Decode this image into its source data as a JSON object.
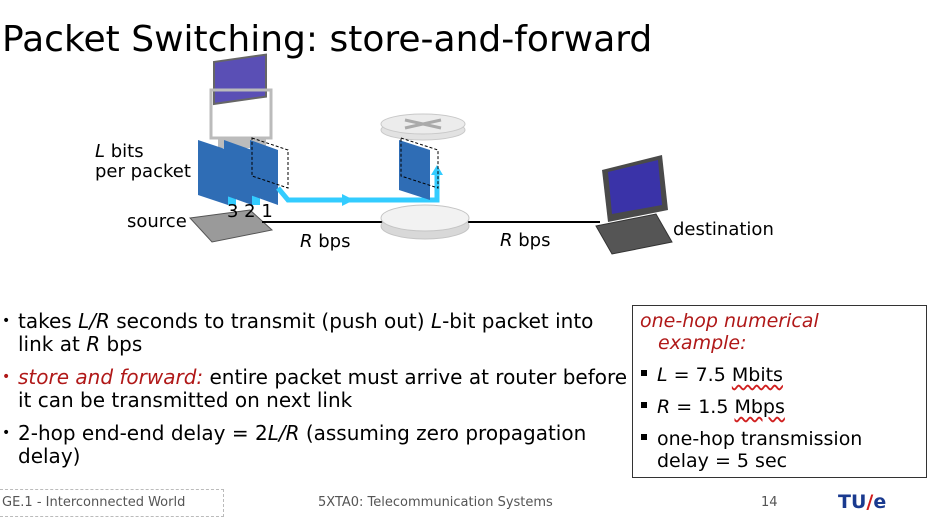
{
  "title": "Packet Switching: store-and-forward",
  "diagram": {
    "bits_label_line1_var": "L",
    "bits_label_line1_rest": " bits",
    "bits_label_line2": "per packet",
    "source": "source",
    "packet_numbers": "3 2 1",
    "link1_var": "R",
    "link1_rest": " bps",
    "link2_var": "R",
    "link2_rest": " bps",
    "destination": "destination"
  },
  "bullets": [
    {
      "p1": "takes ",
      "v1": "L/R",
      "p2": " seconds to transmit (push out) ",
      "v2": "L",
      "p3": "-bit packet into link at ",
      "v3": "R",
      "p4": " bps"
    },
    {
      "emph": "store and forward:",
      "rest": " entire packet must  arrive at router before it can be transmitted on next link"
    },
    {
      "p1": "2-hop end-end delay = 2",
      "v1": "L/R",
      "p2": " (assuming zero propagation delay)"
    }
  ],
  "example": {
    "title_line1": "one-hop numerical",
    "title_line2": "example:",
    "item1_var": "L",
    "item1_mid": " = 7.5 ",
    "item1_unit": "Mbits",
    "item2_var": "R",
    "item2_mid": " = 1.5 ",
    "item2_unit": "Mbps",
    "item3_line1": "one-hop transmission",
    "item3_line2": "delay = 5 sec"
  },
  "footer": {
    "left": "GE.1 - Interconnected World",
    "center": "5XTA0: Telecommunication Systems",
    "page": "14",
    "logo_a": "TU",
    "logo_slash": "/",
    "logo_b": "e"
  },
  "colors": {
    "accent_red": "#b01818",
    "packet_blue": "#2f6db5",
    "link_cyan": "#33ccff",
    "logo_blue": "#1a3a8f"
  }
}
